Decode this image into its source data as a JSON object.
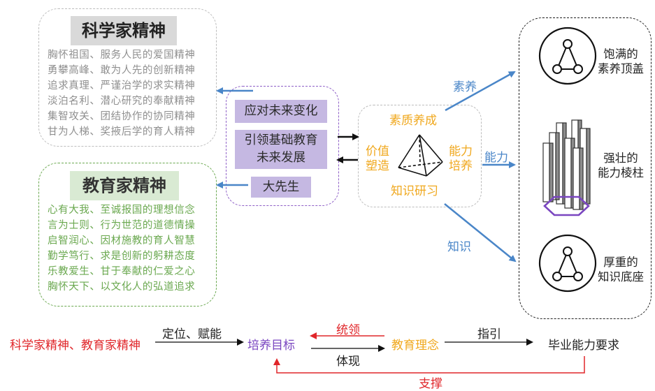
{
  "scientist": {
    "title": "科学家精神",
    "lines": [
      "胸怀祖国、服务人民的爱国精神",
      "勇攀高峰、敢为人先的创新精神",
      "追求真理、严谨治学的求实精神",
      "淡泊名利、潜心研究的奉献精神",
      "集智攻关、团结协作的协同精神",
      "甘为人梯、奖掖后学的育人精神"
    ]
  },
  "educator": {
    "title": "教育家精神",
    "lines": [
      "心有大我、至诚报国的理想信念",
      "言为士则、行为世范的道德情操",
      "启智润心、因材施教的育人智慧",
      "勤学笃行、求是创新的躬耕态度",
      "乐教爱生、甘于奉献的仁爱之心",
      "胸怀天下、以文化人的弘道追求"
    ]
  },
  "center": {
    "item1": "应对未来变化",
    "item2_line1": "引领基础教育",
    "item2_line2": "未来发展",
    "item3": "大先生"
  },
  "pyramid": {
    "top": "素质养成",
    "left_line1": "价值",
    "left_line2": "塑造",
    "right_line1": "能力",
    "right_line2": "培养",
    "bottom": "知识研习"
  },
  "arrows": {
    "upper": "素养",
    "middle": "能力",
    "lower": "知识"
  },
  "right": {
    "top_line1": "饱满的",
    "top_line2": "素养顶盖",
    "mid_line1": "强壮的",
    "mid_line2": "能力棱柱",
    "bot_line1": "厚重的",
    "bot_line2": "知识底座"
  },
  "bottom_flow": {
    "spirits": "科学家精神、教育家精神",
    "position": "定位、赋能",
    "goal": "培养目标",
    "lead": "统领",
    "embody": "体现",
    "concept": "教育理念",
    "guide": "指引",
    "requirement": "毕业能力要求",
    "support": "支撑"
  },
  "colors": {
    "purple": "#8e5fc7",
    "purple_fill": "#c5b8e2",
    "orange": "#f0a81e",
    "blue": "#4a86c8",
    "red": "#e0262a",
    "green": "#6aa84f",
    "gray": "#8f8f8f"
  }
}
